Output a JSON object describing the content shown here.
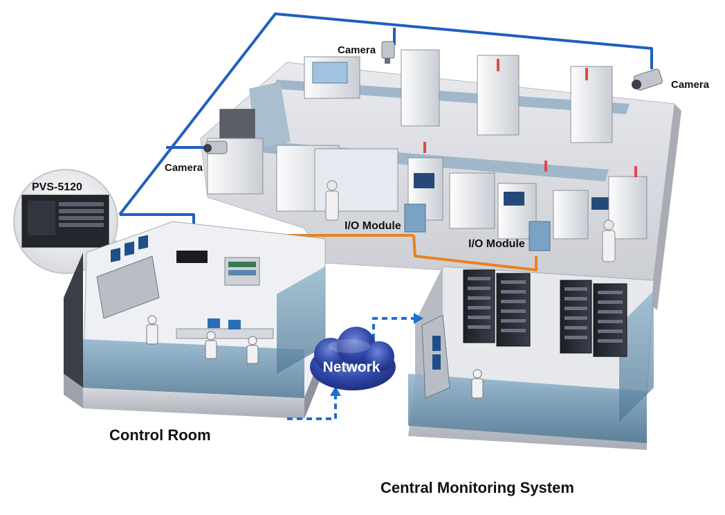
{
  "labels": {
    "camera_top": "Camera",
    "camera_right": "Camera",
    "camera_left": "Camera",
    "pvs": "PVS-5120",
    "io_module_1": "I/O Module",
    "io_module_2": "I/O Module",
    "network": "Network",
    "control_room": "Control Room",
    "central_monitoring": "Central Monitoring System"
  },
  "colors": {
    "camera_link": "#1f5fbf",
    "io_link": "#e8821e",
    "network_link": "#1f6fd0",
    "network_cloud": "#2a3f9a",
    "floor": "#dcdde2",
    "room_wall": "#b8bcc4",
    "glass": "#6d95b3"
  },
  "icons": [
    "camera-icon",
    "network-cloud-icon",
    "server-rack-icon",
    "machine-icon",
    "operator-icon"
  ]
}
